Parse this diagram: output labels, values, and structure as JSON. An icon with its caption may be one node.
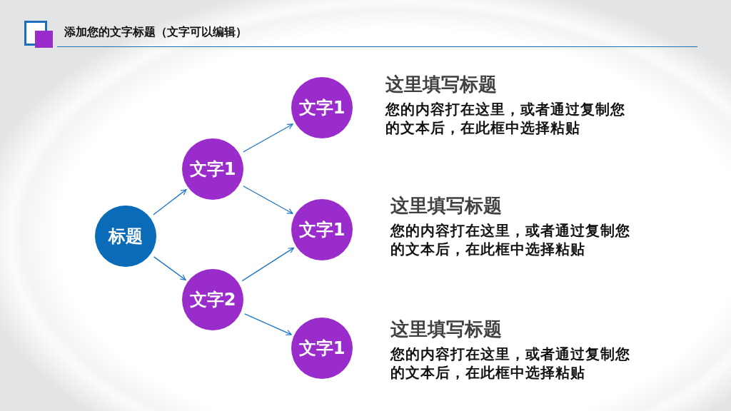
{
  "diagram": {
    "title": "添加您的文字标题（文字可以编辑）",
    "nodes": [
      {
        "text": [
          "标题"
        ]
      },
      {
        "text": [
          "文字1"
        ]
      },
      {
        "text": [
          "文字2"
        ]
      },
      {
        "text": [
          "文字1"
        ],
        "beside": [
          "这里填写标题",
          "您的内容打在这里，或者通过复制您的文本后，在此框中选择粘贴"
        ]
      },
      {
        "text": [
          "文字1"
        ],
        "beside": [
          "这里填写标题",
          "您的内容打在这里，或者通过复制您的文本后，在此框中选择粘贴"
        ]
      },
      {
        "text": [
          "文字1"
        ],
        "beside": [
          "这里填写标题",
          "您的内容打在这里，或者通过复制您的文本后，在此框中选择粘贴"
        ]
      }
    ],
    "edges": [
      {
        "from": 0,
        "to": 1,
        "arrow": "to"
      },
      {
        "from": 0,
        "to": 2,
        "arrow": "to"
      },
      {
        "from": 1,
        "to": 3,
        "arrow": "to"
      },
      {
        "from": 1,
        "to": 4,
        "arrow": "to"
      },
      {
        "from": 2,
        "to": 4,
        "arrow": "to"
      },
      {
        "from": 2,
        "to": 5,
        "arrow": "to"
      }
    ]
  }
}
